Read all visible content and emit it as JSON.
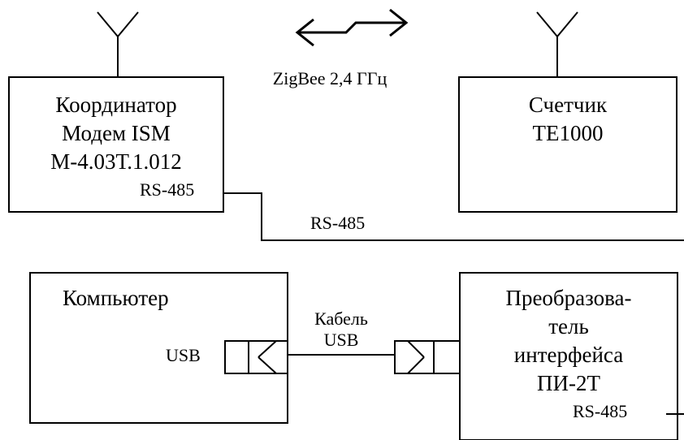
{
  "radio": {
    "label": "ZigBee 2,4 ГГц"
  },
  "coordinator": {
    "line1": "Координатор",
    "line2": "Модем ISM",
    "line3": "М-4.03Т.1.012",
    "port": "RS-485"
  },
  "meter": {
    "line1": "Счетчик",
    "line2": "TE1000"
  },
  "bus": {
    "label": "RS-485"
  },
  "computer": {
    "title": "Компьютер",
    "port": "USB"
  },
  "cable": {
    "line1": "Кабель",
    "line2": "USB"
  },
  "converter": {
    "line1": "Преобразова-",
    "line2": "тель",
    "line3": "интерфейса",
    "line4": "ПИ-2Т",
    "port": "RS-485"
  }
}
